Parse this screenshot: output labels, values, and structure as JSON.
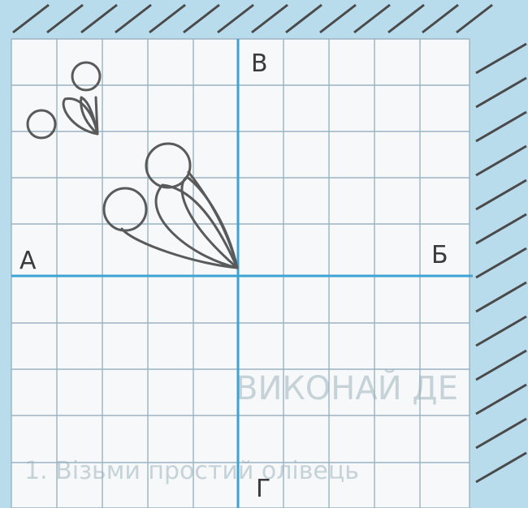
{
  "labels": {
    "top": "В",
    "left": "А",
    "right": "Б",
    "bottom": "Г"
  },
  "background_text": {
    "line1": "ВИКОНАЙ ДЕ",
    "line2": "1. Візьми простий олівець"
  },
  "colors": {
    "background": "#b9dced",
    "grid_paper": "#f7f9fa",
    "grid_lines": "#9ab3c2",
    "axis_lines": "#3ea3d3",
    "drawing": "#5a5a5a",
    "hatch": "#4a4a4a"
  },
  "figure": {
    "description_items": [
      "small-circle",
      "small-circle",
      "small-leaf",
      "large-circle",
      "large-circle",
      "large-leaf",
      "large-leaf"
    ]
  }
}
